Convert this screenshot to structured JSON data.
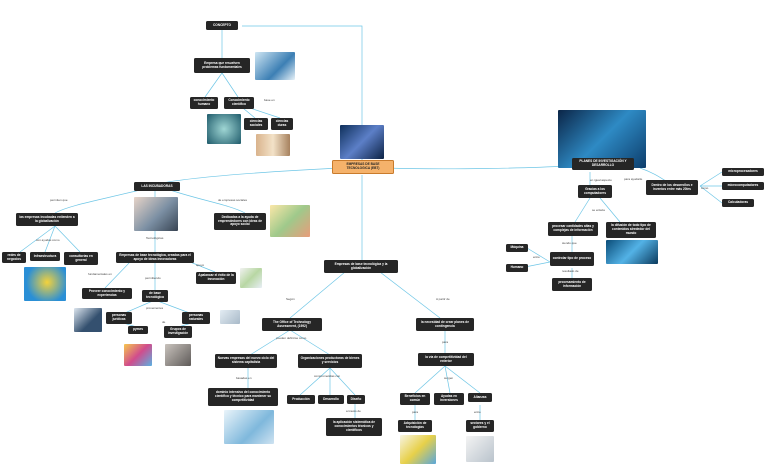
{
  "colors": {
    "node_bg": "#262626",
    "node_text": "#ffffff",
    "center_bg": "#f5b26b",
    "link": "#6ec6e6"
  },
  "nodes": {
    "concepto": "CONCEPTO",
    "empresa_resuelve": "Empresa que resuelven problemas fundamentales",
    "conocimiento_humano": "conocimiento humano",
    "conocimiento_cientifico": "Conocimiento científico",
    "ciencias_sociales": "ciencias sociales",
    "ciencias_duras": "ciencias duras",
    "center": "EMPRESAS DE BASE TECNOLOGICA (EBT)",
    "incubadoras": "LAS INCUBADORAS",
    "empresas_incubadas": "las empresas incubadas extienden a la globalización",
    "redes_negocios": "redes de negocios",
    "infraestructura": "Infraestructura",
    "consultorias": "consultorías en general",
    "dedicadas": "Dedicadas a la ayuda de emprendedores con ideas de apoyo social",
    "empresas_tecno": "Empresas de base tecnológica, creadas para el apoyo de ideas innovadoras",
    "proveer": "Proveer conocimiento y experiencias",
    "de_base": "de base tecnológica",
    "apalancar": "Apalancar el éxito de la innovación",
    "personas_juridicas": "personas jurídicas",
    "personas_naturales": "personas naturales",
    "pymes": "pymes",
    "grupos": "Grupos de investigación",
    "empresa_global": "Empresas de base tecnológica y la globalización",
    "office": "The Office of Technology Assessment, (1992)",
    "nuevas_empresas": "Nuevas empresas del nuevo ciclo del sistema capitalista",
    "organizaciones": "Organizaciones productoras de bienes y servicios",
    "dominio": "dominio intensivo del conocimiento científico y técnico para mantener su competitividad",
    "produccion": "Producción",
    "desarrollo": "Desarrollo",
    "diseno": "Diseño",
    "aplicacion": "la aplicación sistemática de conocimientos técnicos y científicos",
    "necesidad": "la necesidad de crear planes de contingencia",
    "competitividad": "la vía de competitividad del exterior",
    "beneficios": "Beneficios en común",
    "ayudas": "Ayudas en inversiones",
    "alianzas": "Alianzas",
    "adquisicion": "Adquisición de tecnologías",
    "sectores": "sectores y el gobierno",
    "planes": "PLANES DE INVESTIGACIÓN Y DESARROLLO",
    "gracias": "Gracias a los computadores",
    "procesar": "procesar cantidades altas y complejas de información",
    "difusion": "la difusión de todo tipo de contenidos alrededor del mundo",
    "maquina": "Máquina",
    "humano": "Humano",
    "controlar": "controlar tipo de proceso",
    "procesamiento": "procesamiento de información",
    "dentro": "Dentro de los desarrollos e inventos entre más 20ies",
    "microprocesadores": "microprocesadores",
    "microcomputadores": "microcomputadores",
    "calculadoras": "Calculadoras"
  },
  "labels": {
    "base_en": "base en",
    "permiten_que": "permiten que",
    "de_empresas_sociales": "de empresas sociales",
    "con_ayudas": "con ayudas como",
    "tecnologicas": "Tecnológicas",
    "fundamentales": "fundamentales en",
    "permiten": "permitiendo",
    "apoyo": "apoyo",
    "provenientes": "provenientes",
    "de": "de",
    "segun": "Según",
    "a_partir": "A partir de",
    "pueden": "pueden definirse como",
    "basadas_en": "basadas en",
    "comprometidas": "comprometidas con",
    "a_traves": "a través de",
    "para": "para",
    "surgen": "surgen",
    "para2": "para",
    "entre": "entre",
    "en_igual": "en igual aspecto",
    "para_ayudar": "para ayudarle",
    "se_enlaza": "se enlaza",
    "siendo_que": "siendo que",
    "entre2": "entre",
    "resultado": "resultado de",
    "como": "como"
  }
}
